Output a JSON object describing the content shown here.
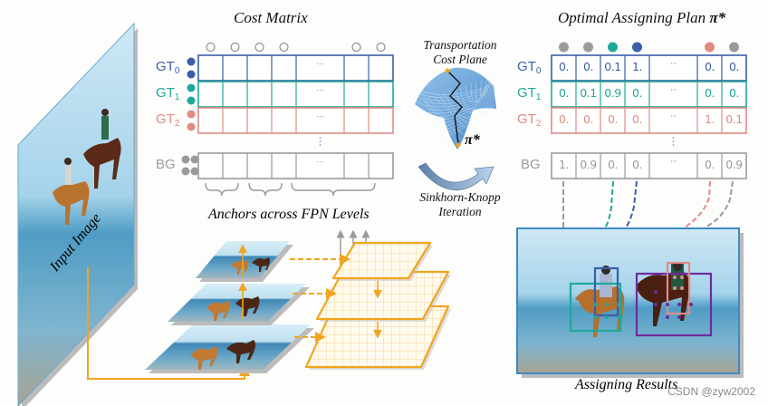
{
  "colors": {
    "gt0": "#3b5ea8",
    "gt1": "#1fa89a",
    "gt2": "#e08a86",
    "bg": "#9a9a9a",
    "fpn": "#f0a51e",
    "assign_purple": "#6e2c9c"
  },
  "cost_matrix": {
    "title": "Cost Matrix",
    "rows": [
      {
        "label": "GT",
        "sub": "0",
        "key": "gt0"
      },
      {
        "label": "GT",
        "sub": "1",
        "key": "gt1"
      },
      {
        "label": "GT",
        "sub": "2",
        "key": "gt2"
      }
    ],
    "bg_row": {
      "label": "BG"
    },
    "ellipsis": "···",
    "caption": "Anchors across FPN Levels"
  },
  "transport": {
    "title_line1": "Transportation",
    "title_line2": "Cost Plane",
    "pi_label": "π*",
    "iteration_line1": "Sinkhorn-Knopp",
    "iteration_line2": "Iteration"
  },
  "optimal_plan": {
    "title": "Optimal Assigning Plan",
    "title_symbol": "π*",
    "anchor_dot_colors": [
      "bg",
      "bg",
      "gt1",
      "gt0",
      null,
      "gt2",
      "bg"
    ],
    "rows": [
      {
        "label": "GT",
        "sub": "0",
        "key": "gt0",
        "values": [
          "0.",
          "0.",
          "0.1",
          "1.",
          "···",
          "0.",
          "0."
        ]
      },
      {
        "label": "GT",
        "sub": "1",
        "key": "gt1",
        "values": [
          "0.",
          "0.1",
          "0.9",
          "0.",
          "···",
          "0.",
          "0."
        ]
      },
      {
        "label": "GT",
        "sub": "2",
        "key": "gt2",
        "values": [
          "0.",
          "0.",
          "0.",
          "0.",
          "···",
          "1.",
          "0.1"
        ]
      }
    ],
    "bg_row": {
      "label": "BG",
      "key": "bg",
      "values": [
        "1.",
        "0.9",
        "0.",
        "0.",
        "···",
        "0.",
        "0.9"
      ]
    }
  },
  "input_image": {
    "caption": "Input Image"
  },
  "assigning_results": {
    "caption": "Assigning Results"
  },
  "watermark": "CSDN @zyw2002"
}
